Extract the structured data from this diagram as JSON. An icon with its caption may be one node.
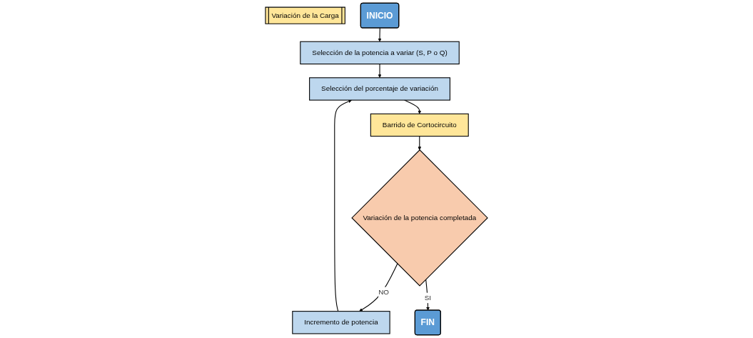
{
  "diagram": {
    "nodes": [
      {
        "text": [
          "Variación de la Carga"
        ]
      },
      {
        "text": [
          "INICIO"
        ]
      },
      {
        "text": [
          "Selección de la potencia a variar (S, P o Q)"
        ]
      },
      {
        "text": [
          "Selección del porcentaje de variación"
        ]
      },
      {
        "text": [
          "Barrido de Cortocircuito"
        ]
      },
      {
        "text": [
          "Variación de la potencia completada"
        ]
      },
      {
        "text": [
          "Incremento de potencia"
        ]
      },
      {
        "text": [
          "FIN"
        ]
      }
    ],
    "edges": [
      {
        "from": 1,
        "to": 2,
        "arrow": "to"
      },
      {
        "from": 2,
        "to": 3,
        "arrow": "to"
      },
      {
        "from": 3,
        "to": 4,
        "arrow": "to"
      },
      {
        "from": 4,
        "to": 5,
        "arrow": "to"
      },
      {
        "from": 5,
        "to": 6,
        "arrow": "to",
        "label": "NO"
      },
      {
        "from": 6,
        "to": 3,
        "arrow": "to"
      },
      {
        "from": 5,
        "to": 7,
        "arrow": "to",
        "label": "SI"
      }
    ]
  }
}
